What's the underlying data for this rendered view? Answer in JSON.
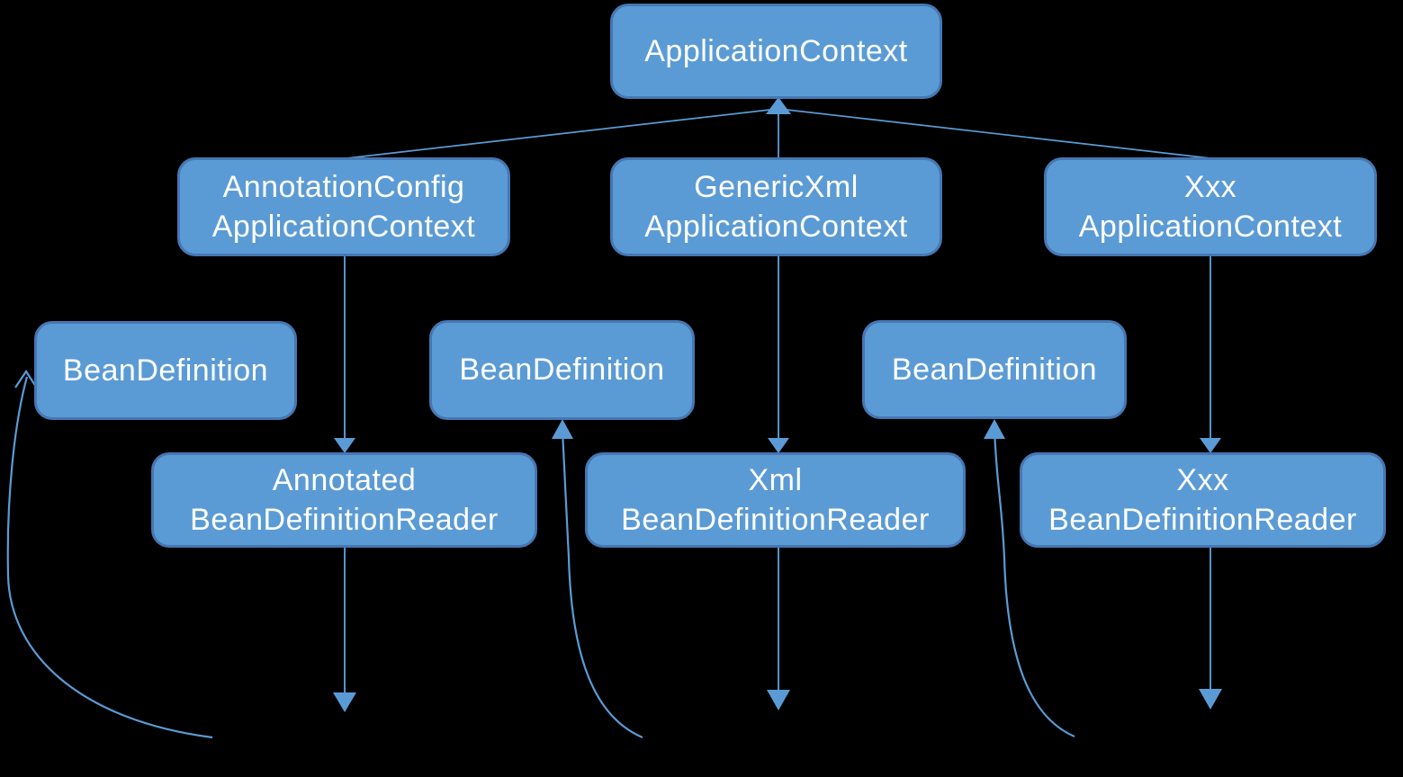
{
  "diagram": {
    "title": "ApplicationContext / BeanDefinitionReader hierarchy",
    "colors": {
      "background": "#000000",
      "node_fill": "#5b9bd5",
      "node_border": "#4677b2",
      "node_text": "#ffffff",
      "connector": "#5b9bd5"
    },
    "nodes": [
      {
        "id": "application-context",
        "lines": [
          "ApplicationContext",
          ""
        ]
      },
      {
        "id": "annotation-config-application-context",
        "lines": [
          "AnnotationConfig",
          "ApplicationContext"
        ]
      },
      {
        "id": "generic-xml-application-context",
        "lines": [
          "GenericXml",
          "ApplicationContext"
        ]
      },
      {
        "id": "xxx-application-context",
        "lines": [
          "Xxx",
          "ApplicationContext"
        ]
      },
      {
        "id": "bean-definition-left",
        "lines": [
          "BeanDefinition",
          ""
        ]
      },
      {
        "id": "bean-definition-middle",
        "lines": [
          "BeanDefinition",
          ""
        ]
      },
      {
        "id": "bean-definition-right",
        "lines": [
          "BeanDefinition",
          ""
        ]
      },
      {
        "id": "annotated-bean-definition-reader",
        "lines": [
          "Annotated",
          "BeanDefinitionReader"
        ]
      },
      {
        "id": "xml-bean-definition-reader",
        "lines": [
          "Xml",
          "BeanDefinitionReader"
        ]
      },
      {
        "id": "xxx-bean-definition-reader",
        "lines": [
          "Xxx",
          "BeanDefinitionReader"
        ]
      }
    ],
    "edges": [
      {
        "from": "annotation-config-application-context",
        "to": "application-context",
        "style": "straight-arrow-up"
      },
      {
        "from": "generic-xml-application-context",
        "to": "application-context",
        "style": "straight-arrow-up"
      },
      {
        "from": "xxx-application-context",
        "to": "application-context",
        "style": "straight-arrow-up"
      },
      {
        "from": "annotation-config-application-context",
        "to": "annotated-bean-definition-reader",
        "style": "straight-arrow-down"
      },
      {
        "from": "generic-xml-application-context",
        "to": "xml-bean-definition-reader",
        "style": "straight-arrow-down"
      },
      {
        "from": "xxx-application-context",
        "to": "xxx-bean-definition-reader",
        "style": "straight-arrow-down"
      },
      {
        "from": "annotated-bean-definition-reader",
        "to": "bottom-left",
        "style": "straight-arrow-down"
      },
      {
        "from": "xml-bean-definition-reader",
        "to": "bottom-middle",
        "style": "straight-arrow-down"
      },
      {
        "from": "xxx-bean-definition-reader",
        "to": "bottom-right",
        "style": "straight-arrow-down"
      },
      {
        "from": "bottom-left",
        "to": "bean-definition-left",
        "style": "curved-arrow-up"
      },
      {
        "from": "bottom-middle",
        "to": "bean-definition-middle",
        "style": "curved-arrow-up"
      },
      {
        "from": "bottom-right",
        "to": "bean-definition-right",
        "style": "curved-arrow-up"
      }
    ]
  }
}
